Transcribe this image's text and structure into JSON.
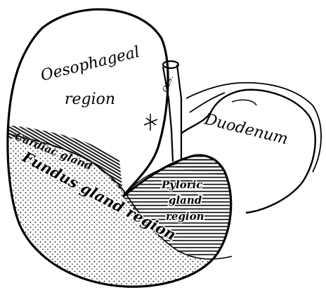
{
  "figure": {
    "labels": {
      "oesophageal_1": "Oesophageal",
      "oesophageal_2": "region",
      "oes_tube": "Oes.",
      "duodenum": "Duodenum",
      "cardiac": "Cardiac gland",
      "fundus": "Fundus gland region",
      "pyloric_1": "Pyloric",
      "pyloric_2": "gland",
      "pyloric_3": "region"
    },
    "colors": {
      "ink": "#000000",
      "paper": "#ffffff"
    }
  }
}
